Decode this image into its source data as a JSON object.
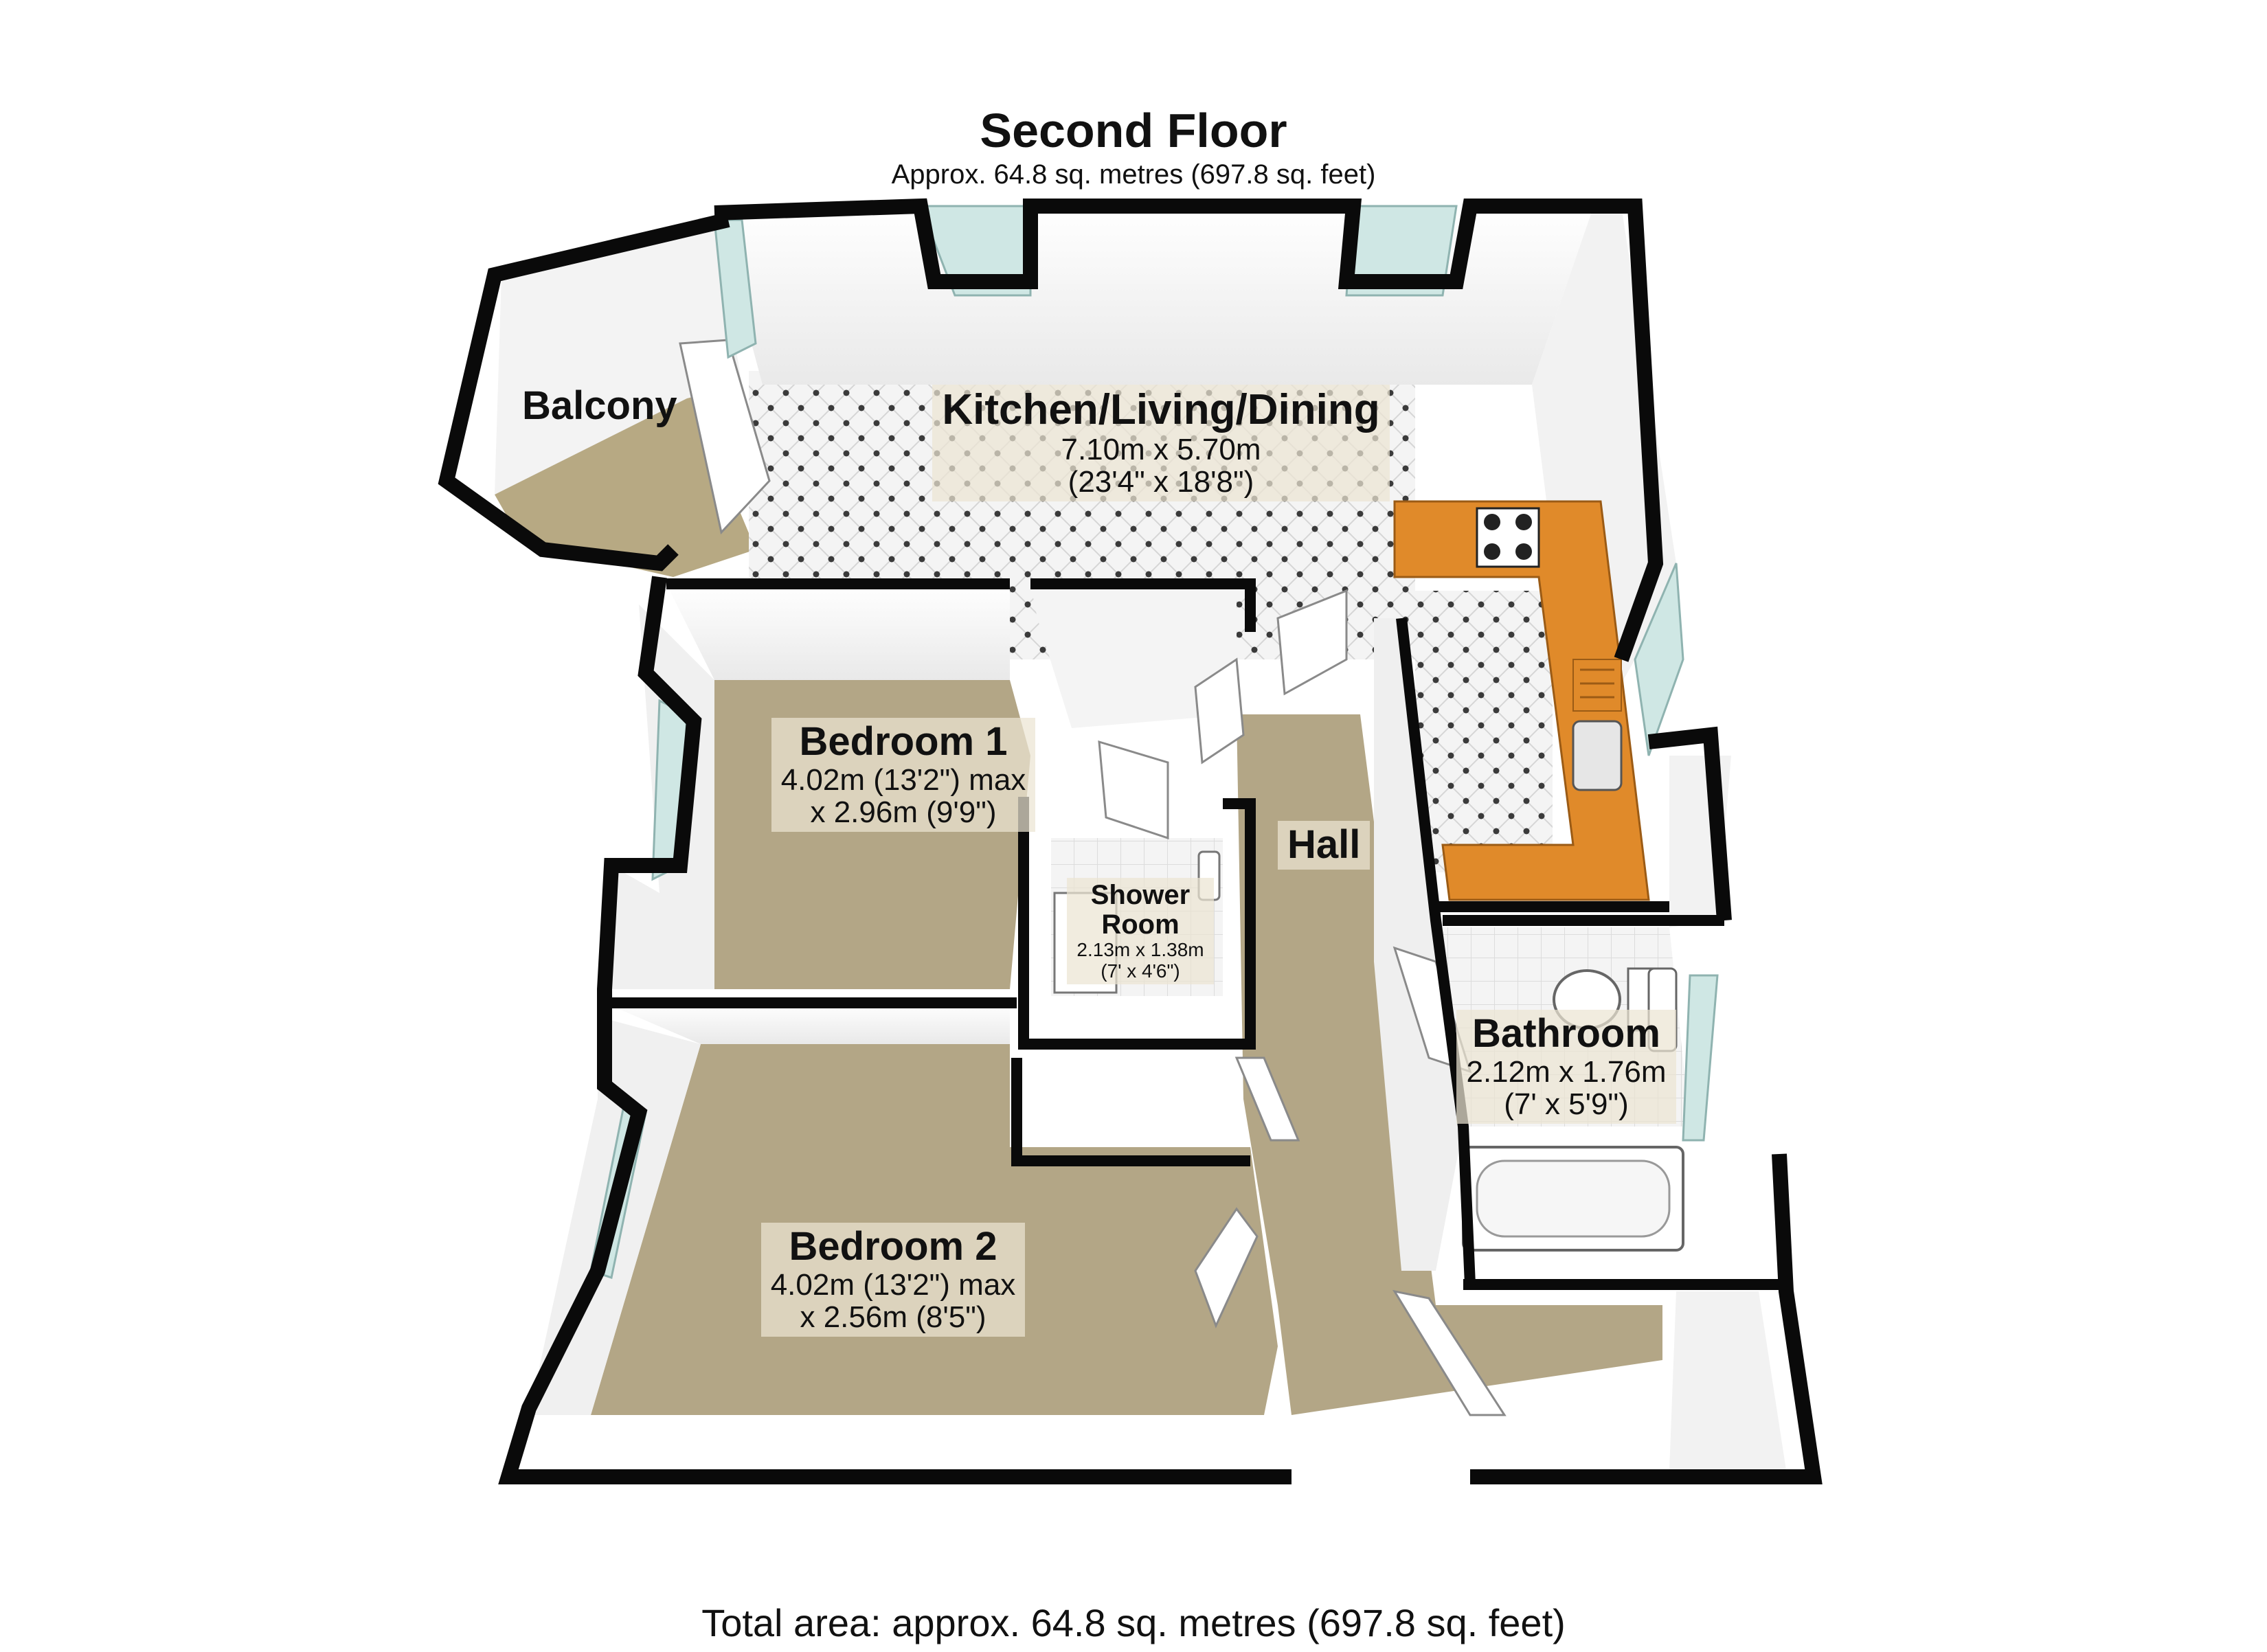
{
  "header": {
    "title": "Second Floor",
    "subtitle": "Approx. 64.8 sq. metres (697.8 sq. feet)"
  },
  "footer": {
    "total_area": "Total area: approx. 64.8 sq. metres (697.8 sq. feet)"
  },
  "rooms": {
    "balcony": {
      "name": "Balcony"
    },
    "kitchen": {
      "name": "Kitchen/Living/Dining",
      "dim1": "7.10m x 5.70m",
      "dim2": "(23'4\" x 18'8\")"
    },
    "bedroom1": {
      "name": "Bedroom 1",
      "dim1": "4.02m (13'2\") max",
      "dim2": "x 2.96m (9'9\")"
    },
    "hall": {
      "name": "Hall"
    },
    "shower": {
      "name1": "Shower",
      "name2": "Room",
      "dim1": "2.13m x 1.38m",
      "dim2": "(7' x 4'6\")"
    },
    "bathroom": {
      "name": "Bathroom",
      "dim1": "2.12m x 1.76m",
      "dim2": "(7' x 5'9\")"
    },
    "bedroom2": {
      "name": "Bedroom 2",
      "dim1": "4.02m (13'2\") max",
      "dim2": "x 2.56m (8'5\")"
    }
  },
  "colors": {
    "wall": "#0a0a0a",
    "wall_inner": "#ffffff",
    "carpet": "#b3a686",
    "tile": "#f2f2f2",
    "worktop": "#e08a2a",
    "window": "#cfe7e4"
  }
}
